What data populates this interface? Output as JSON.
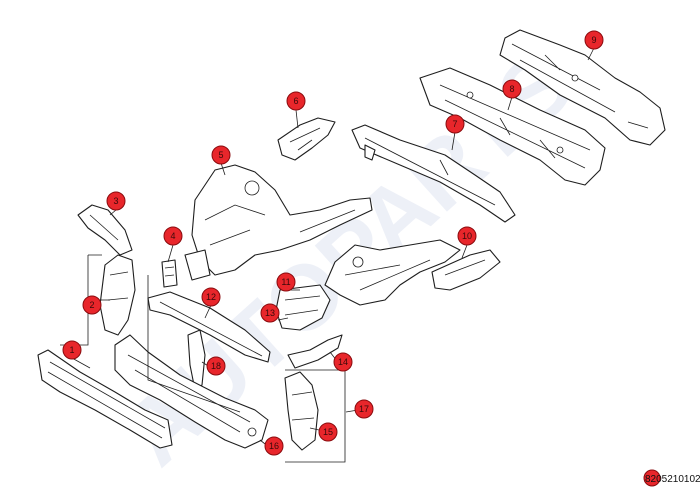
{
  "watermark": "AUTOPARTS",
  "callouts": [
    {
      "id": "callout-1",
      "label": "1"
    },
    {
      "id": "callout-2",
      "label": "2"
    },
    {
      "id": "callout-3",
      "label": "3"
    },
    {
      "id": "callout-4",
      "label": "4"
    },
    {
      "id": "callout-5",
      "label": "5"
    },
    {
      "id": "callout-6",
      "label": "6"
    },
    {
      "id": "callout-7",
      "label": "7"
    },
    {
      "id": "callout-8",
      "label": "8"
    },
    {
      "id": "callout-9",
      "label": "9"
    },
    {
      "id": "callout-10",
      "label": "10"
    },
    {
      "id": "callout-11",
      "label": "11"
    },
    {
      "id": "callout-12",
      "label": "12"
    },
    {
      "id": "callout-13",
      "label": "13"
    },
    {
      "id": "callout-14",
      "label": "14"
    },
    {
      "id": "callout-15",
      "label": "15"
    },
    {
      "id": "callout-16",
      "label": "16"
    },
    {
      "id": "callout-17",
      "label": "17"
    },
    {
      "id": "callout-18",
      "label": "18"
    }
  ],
  "reference_code": "8205210102",
  "colors": {
    "callout_fill": "#e8262b",
    "line": "#1e1e1e",
    "watermark": "#dfe4f1"
  }
}
